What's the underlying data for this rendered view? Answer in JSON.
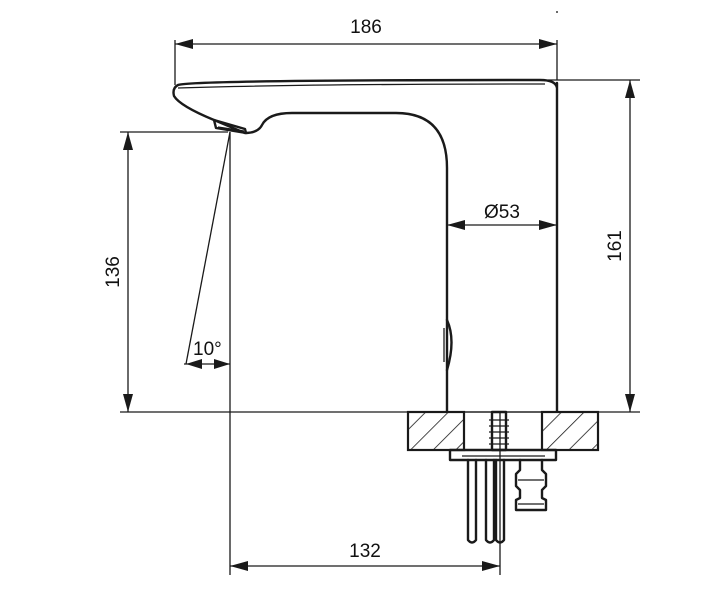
{
  "dimensions": {
    "overall_width": "186",
    "spout_height": "136",
    "body_height": "161",
    "body_diameter": "Ø53",
    "spout_reach": "132",
    "spray_angle": "10°"
  },
  "colors": {
    "line": "#1a1a1a",
    "background": "#ffffff"
  }
}
